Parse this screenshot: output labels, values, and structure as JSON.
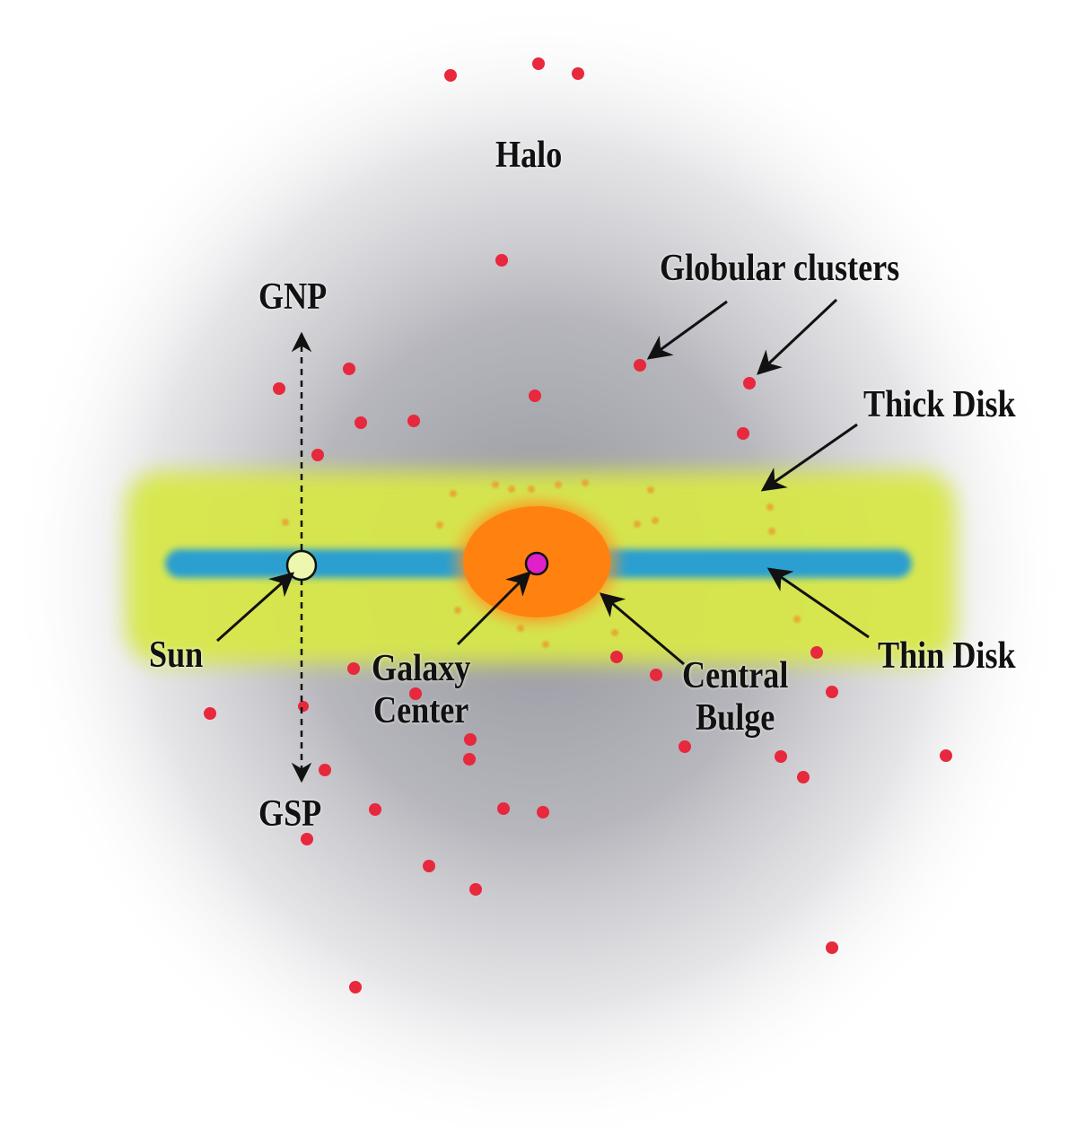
{
  "labels": {
    "halo": "Halo",
    "globular_clusters": "Globular clusters",
    "thick_disk": "Thick Disk",
    "thin_disk": "Thin Disk",
    "gnp": "GNP",
    "gsp": "GSP",
    "sun": "Sun",
    "galaxy_center_line1": "Galaxy",
    "galaxy_center_line2": "Center",
    "central_bulge_line1": "Central",
    "central_bulge_line2": "Bulge"
  },
  "colors": {
    "halo_gray": "#8a8a94",
    "thick_disk_yellow": "#d8e84a",
    "thin_disk_blue": "#2a9fd0",
    "bulge_orange": "#ff8a10",
    "galaxy_center_magenta": "#e020c8",
    "sun_fill": "#eef7b0",
    "globular_cluster_red": "#e8283c",
    "arrow": "#111111"
  }
}
